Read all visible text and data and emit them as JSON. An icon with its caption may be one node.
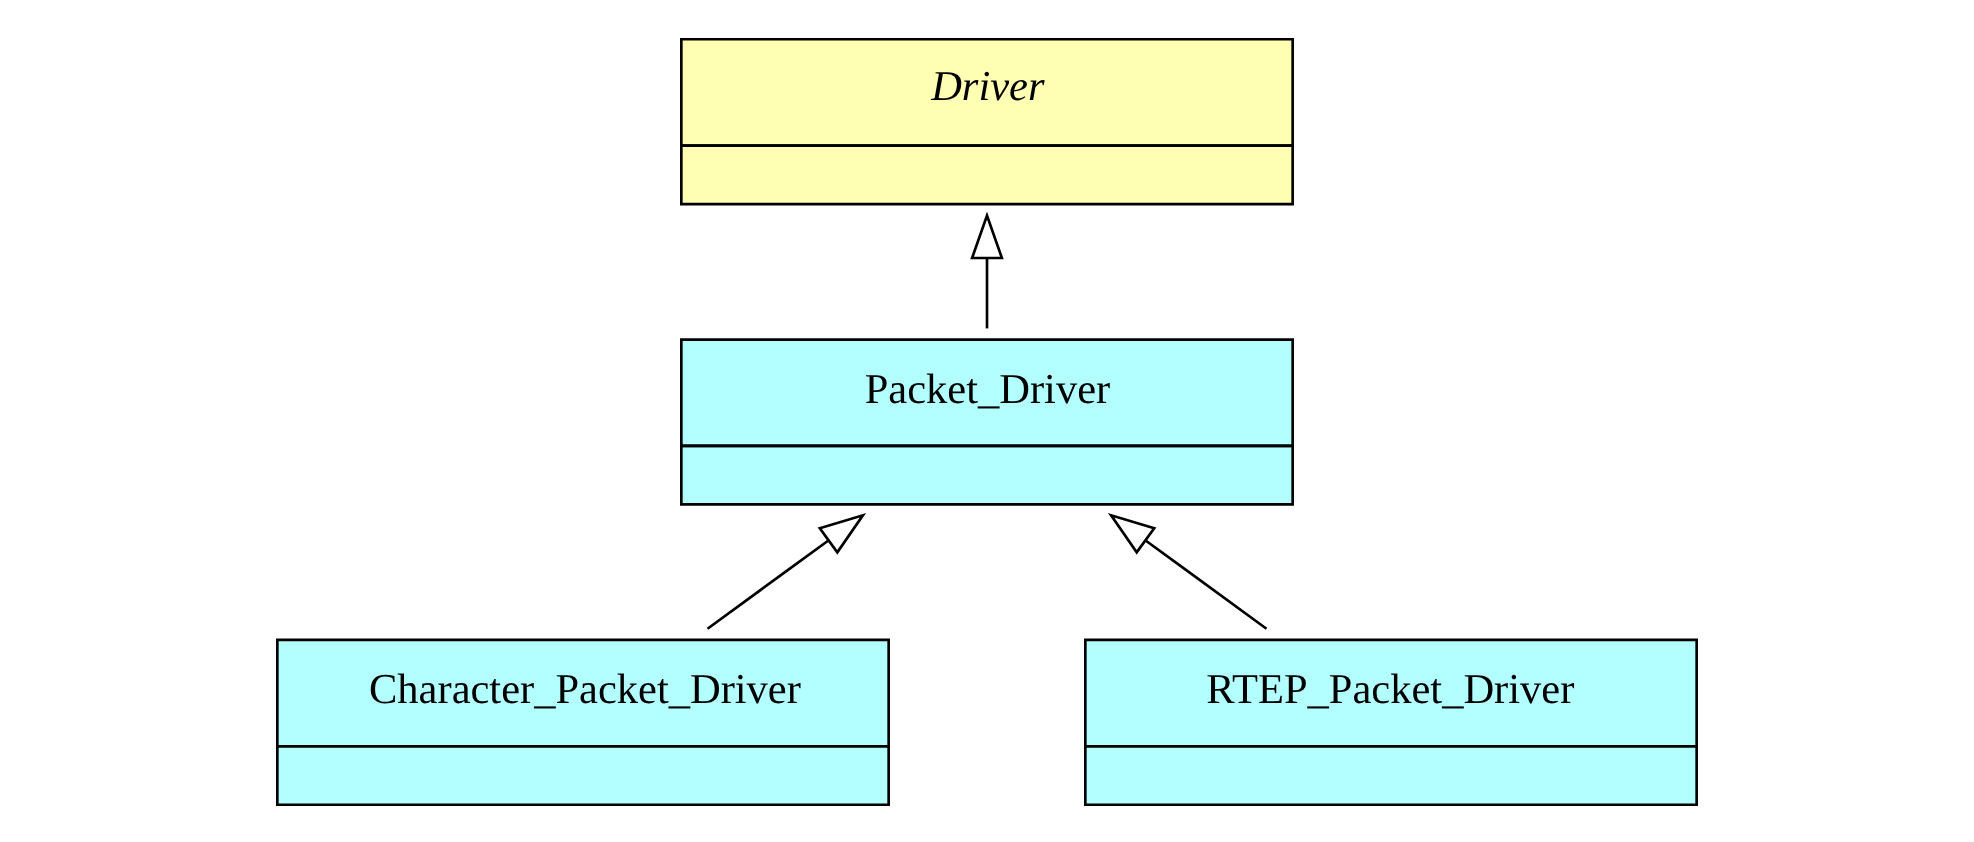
{
  "diagram": {
    "nodes": [
      {
        "text": [
          "Driver"
        ]
      },
      {
        "text": [
          "Packet_Driver"
        ]
      },
      {
        "text": [
          "Character_Packet_Driver"
        ]
      },
      {
        "text": [
          "RTEP_Packet_Driver"
        ]
      }
    ],
    "edges": [
      {
        "from": 1,
        "to": 0,
        "arrow": "to"
      },
      {
        "from": 2,
        "to": 1,
        "arrow": "to"
      },
      {
        "from": 3,
        "to": 1,
        "arrow": "to"
      }
    ]
  }
}
